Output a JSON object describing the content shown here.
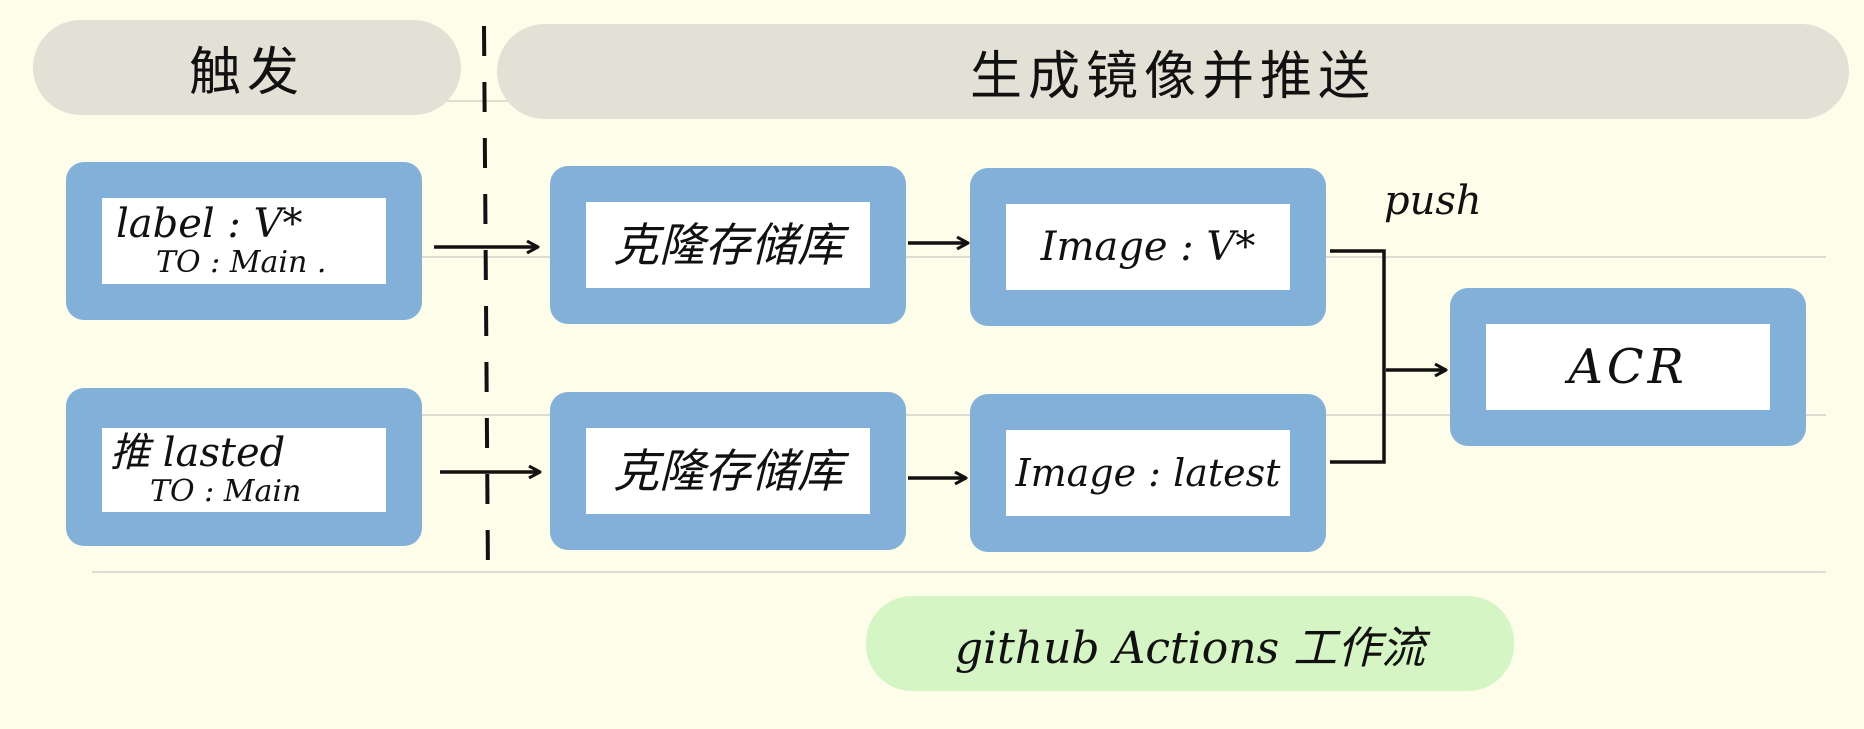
{
  "headers": {
    "trigger": "触发",
    "build_push": "生成镜像并推送"
  },
  "nodes": {
    "trigger_tag": {
      "line1": "label : V*",
      "line2": "TO : Main ."
    },
    "trigger_latest": {
      "line1": "推 lasted",
      "line2": "TO : Main"
    },
    "clone_1": {
      "label": "克隆存储库"
    },
    "clone_2": {
      "label": "克隆存储库"
    },
    "image_tag": {
      "label": "Image : V*"
    },
    "image_latest": {
      "label": "Image : latest"
    },
    "acr": {
      "label": "ACR"
    }
  },
  "edge_labels": {
    "push": "push"
  },
  "footer": {
    "label": "github Actions 工作流"
  }
}
